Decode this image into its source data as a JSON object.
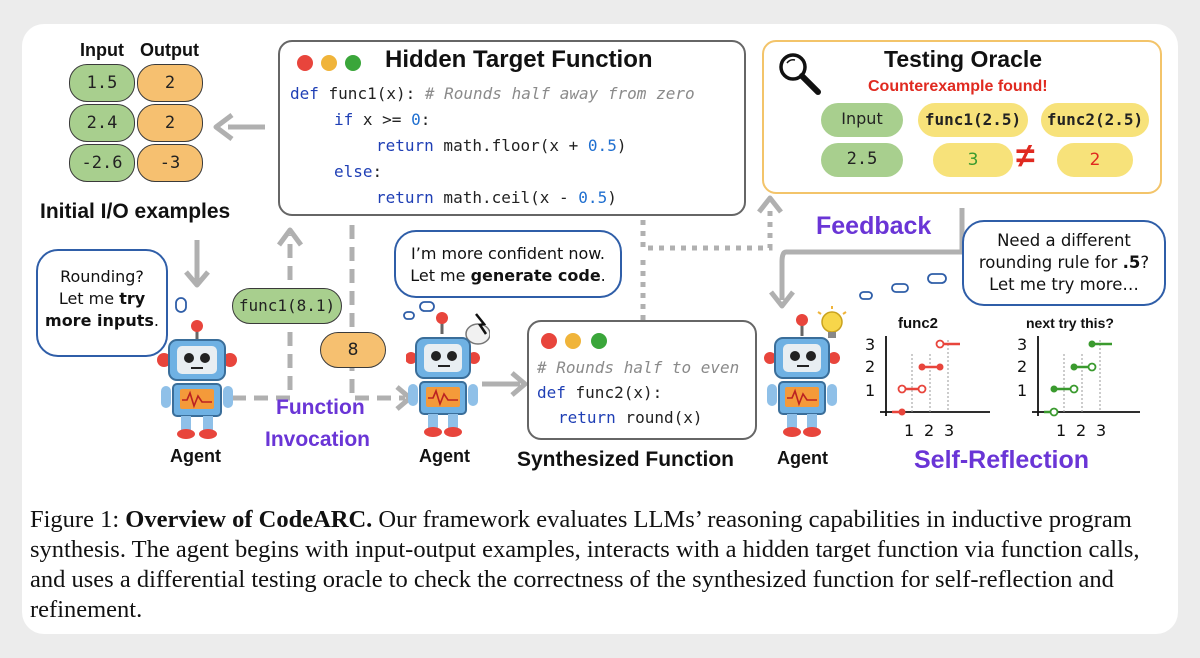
{
  "examples": {
    "input_header": "Input",
    "output_header": "Output",
    "rows": [
      {
        "input": "1.5",
        "output": "2"
      },
      {
        "input": "2.4",
        "output": "2"
      },
      {
        "input": "-2.6",
        "output": "-3"
      }
    ],
    "caption": "Initial I/O examples"
  },
  "hidden_function": {
    "title": "Hidden Target Function",
    "lines": [
      {
        "kw": "def",
        "text": " func1(x): ",
        "comment": "# Rounds half away from zero"
      },
      {
        "kw": "if",
        "text": " x >= ",
        "num": "0",
        "tail": ":"
      },
      {
        "kw": "return",
        "text": " math.floor(x + ",
        "num": "0.5",
        "tail": ")"
      },
      {
        "kw": "else",
        "text": ":"
      },
      {
        "kw": "return",
        "text": " math.ceil(x - ",
        "num": "0.5",
        "tail": ")"
      }
    ]
  },
  "oracle": {
    "title": "Testing Oracle",
    "subtitle": "Counterexample found!",
    "input_label": "Input",
    "func1_label": "func1(2.5)",
    "func2_label": "func2(2.5)",
    "input_value": "2.5",
    "func1_value": "3",
    "neq": "≠",
    "func2_value": "2"
  },
  "feedback_label": "Feedback",
  "bubbles": {
    "agent1": {
      "line1": "Rounding?",
      "line2a": "Let me ",
      "line2b": "try",
      "line3": "more inputs",
      "line3end": "."
    },
    "agent2": {
      "line1": "I’m more confident now.",
      "line2a": "Let me ",
      "line2b": "generate code",
      "line2end": "."
    },
    "agent3": {
      "line1": "Need a different",
      "line2a": "rounding rule for ",
      "line2b": ".5",
      "line2end": "?",
      "line3": "Let me try more…"
    }
  },
  "invocation": {
    "call": "func1(8.1)",
    "result": "8",
    "label_line1": "Function",
    "label_line2": "Invocation"
  },
  "synth": {
    "comment": "# Rounds half to even",
    "line1_kw": "def",
    "line1_text": " func2(x):",
    "line2_kw": "return",
    "line2_text": " round(x)",
    "caption": "Synthesized Function"
  },
  "agents": {
    "label": "Agent"
  },
  "reflection": {
    "label": "Self-Reflection",
    "plot1_title": "func2",
    "plot2_title": "next try this?",
    "y_ticks": [
      "3",
      "2",
      "1"
    ],
    "x_ticks": [
      "1",
      "2",
      "3"
    ]
  },
  "colors": {
    "red": "#e8453c",
    "green": "#3a9a2e",
    "purple": "#6a35d6",
    "blue": "#2f5ea8"
  },
  "figure_caption": {
    "prefix": "Figure 1: ",
    "bold": "Overview of CodeARC.",
    "text": " Our framework evaluates LLMs’ reasoning capabilities in inductive program synthesis. The agent begins with input-output examples, interacts with a hidden target function via function calls, and uses a differential testing oracle to check the correctness of the synthesized function for self-reflection and refinement."
  }
}
